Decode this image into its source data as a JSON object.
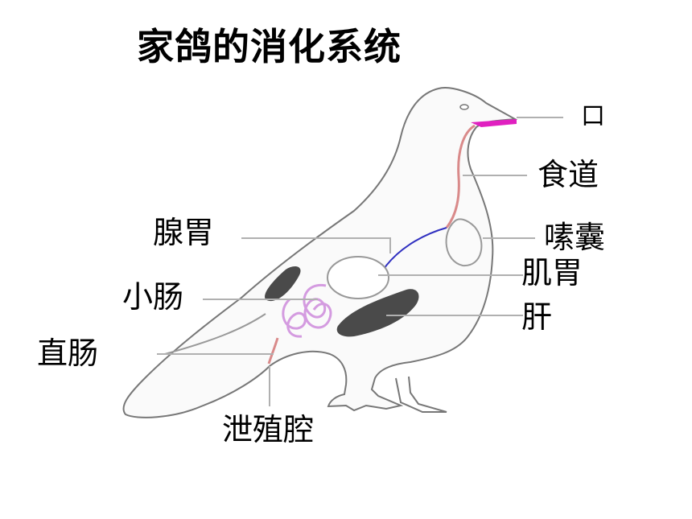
{
  "title": "家鸽的消化系统",
  "labels": {
    "mouth": "口",
    "esophagus": "食道",
    "crop": "嗉囊",
    "proventriculus": "腺胃",
    "gizzard": "肌胃",
    "small_intestine": "小肠",
    "liver": "肝",
    "rectum": "直肠",
    "cloaca": "泄殖腔"
  },
  "colors": {
    "beak": "#e020c0",
    "esophagus_tract": "#d98a8a",
    "intestine": "#d49be0",
    "tract_blue": "#3030c0",
    "organ_dark": "#4a4a4a",
    "leader_line": "#b0b0b0"
  }
}
